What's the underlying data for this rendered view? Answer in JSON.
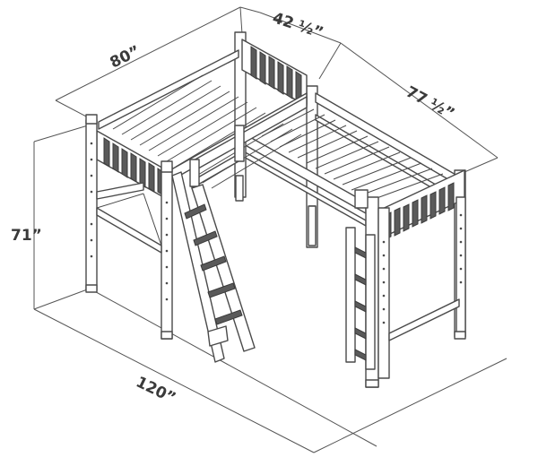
{
  "dimensions": {
    "length_top_left": "80”",
    "width_top": "42 ½”",
    "length_right": "77 ½”",
    "height": "71”",
    "overall_length": "120”"
  },
  "colors": {
    "line": "#4a4a4a",
    "panel_fill": "#5a5a5a",
    "background": "#ffffff"
  },
  "parts": [
    "left-loft-bed",
    "right-loft-bed",
    "left-ladder",
    "right-ladder",
    "footprint-outline"
  ]
}
